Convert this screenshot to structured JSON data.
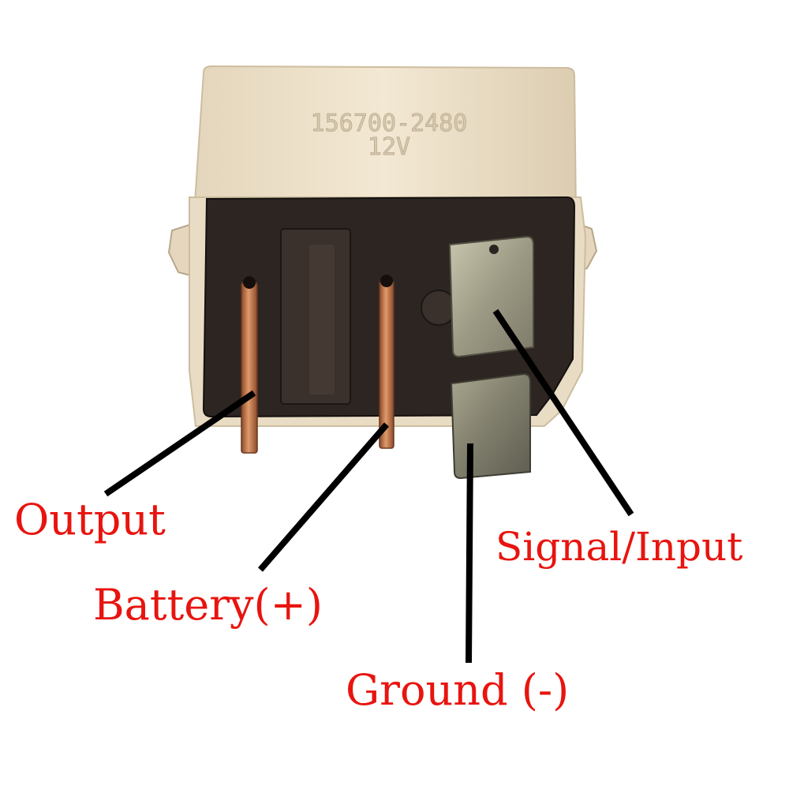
{
  "relay": {
    "part_number": "156700-2480",
    "voltage": "12V"
  },
  "labels": {
    "output": "Output",
    "battery": "Battery(+)",
    "signal_input": "Signal/Input",
    "ground": "Ground (-)"
  },
  "colors": {
    "label_text": "#e8140f",
    "leader_line": "#000000",
    "housing": "#efe3cc",
    "base": "#2a2320",
    "copper_pin": "#c77a4e",
    "metal_tab": "#a8a690"
  }
}
